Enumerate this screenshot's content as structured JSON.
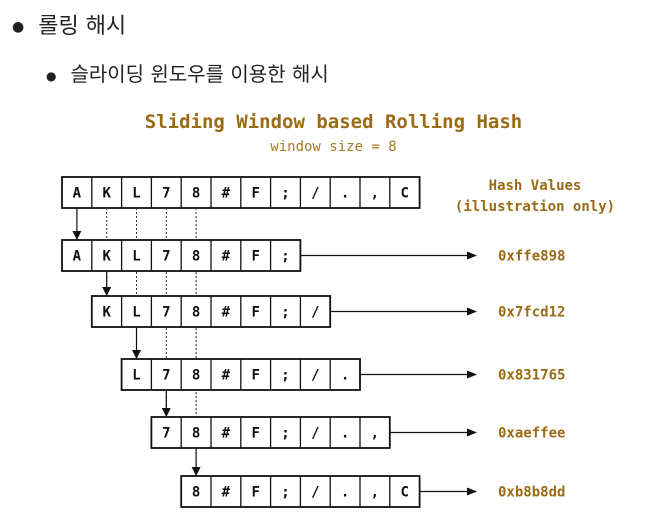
{
  "bullets": {
    "level1": "롤링 해시",
    "level2": "슬라이딩 윈도우를 이용한 해시"
  },
  "diagram": {
    "title": "Sliding Window based Rolling Hash",
    "subtitle": "window size = 8",
    "hash_header_line1": "Hash Values",
    "hash_header_line2": "(illustration only)",
    "input": [
      "A",
      "K",
      "L",
      "7",
      "8",
      "#",
      "F",
      ";",
      "/",
      ".",
      ",",
      "C"
    ],
    "windows": [
      {
        "start": 0,
        "hash": "0xffe898"
      },
      {
        "start": 1,
        "hash": "0x7fcd12"
      },
      {
        "start": 2,
        "hash": "0x831765"
      },
      {
        "start": 3,
        "hash": "0xaeffee"
      },
      {
        "start": 4,
        "hash": "0xb8b8dd"
      }
    ],
    "window_size": 8,
    "colors": {
      "title": "#9b6a14",
      "hash": "#9b6a14",
      "box_stroke": "#111111",
      "bullet_text": "#222222"
    }
  }
}
